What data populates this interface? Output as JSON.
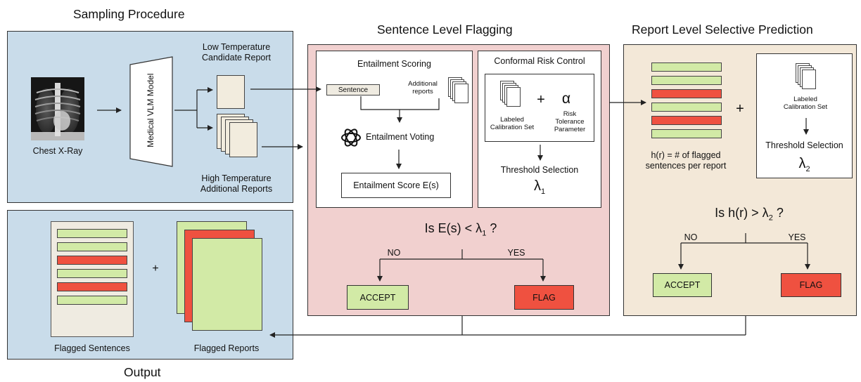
{
  "sections": {
    "sampling": "Sampling Procedure",
    "sentence": "Sentence Level Flagging",
    "report": "Report Level Selective Prediction",
    "output": "Output"
  },
  "sampling": {
    "input_label": "Chest X-Ray",
    "model_label": "Medical VLM Model",
    "low_temp_line1": "Low Temperature",
    "low_temp_line2": "Candidate Report",
    "high_temp_line1": "High Temperature",
    "high_temp_line2": "Additional Reports"
  },
  "sentence_flagging": {
    "entailment_title": "Entailment Scoring",
    "sentence_box": "Sentence",
    "additional_line1": "Additional",
    "additional_line2": "reports",
    "voting": "Entailment Voting",
    "score": "Entailment Score E(s)",
    "crc_title": "Conformal Risk Control",
    "calib_line1": "Labeled",
    "calib_line2": "Calibration Set",
    "plus": "+",
    "alpha": "α",
    "risk_line1": "Risk",
    "risk_line2": "Tolerance",
    "risk_line3": "Parameter",
    "threshold": "Threshold Selection",
    "lambda": "λ",
    "lambda_sub": "1",
    "question_prefix": "Is E(s) < λ",
    "question_sub": "1",
    "question_suffix": " ?",
    "no": "NO",
    "yes": "YES",
    "accept": "ACCEPT",
    "flag": "FLAG"
  },
  "report_prediction": {
    "bar_colors": [
      "green",
      "green",
      "red",
      "green",
      "red",
      "green"
    ],
    "hr_line1": "h(r) = # of flagged",
    "hr_line2": "sentences per report",
    "plus": "+",
    "calib_line1": "Labeled",
    "calib_line2": "Calibration Set",
    "threshold": "Threshold Selection",
    "lambda": "λ",
    "lambda_sub": "2",
    "question_prefix": "Is h(r) > λ",
    "question_sub": "2",
    "question_suffix": " ?",
    "no": "NO",
    "yes": "YES",
    "accept": "ACCEPT",
    "flag": "FLAG"
  },
  "output": {
    "sentence_bar_colors": [
      "green",
      "green",
      "red",
      "green",
      "red",
      "green"
    ],
    "plus": "+",
    "flagged_sentences": "Flagged Sentences",
    "flagged_reports": "Flagged Reports"
  },
  "colors": {
    "blue_panel": "#c9dcea",
    "pink_panel": "#f1d0cf",
    "beige_panel": "#f3e8d8",
    "accept_green": "#d2eaa6",
    "flag_red": "#ef5140"
  }
}
